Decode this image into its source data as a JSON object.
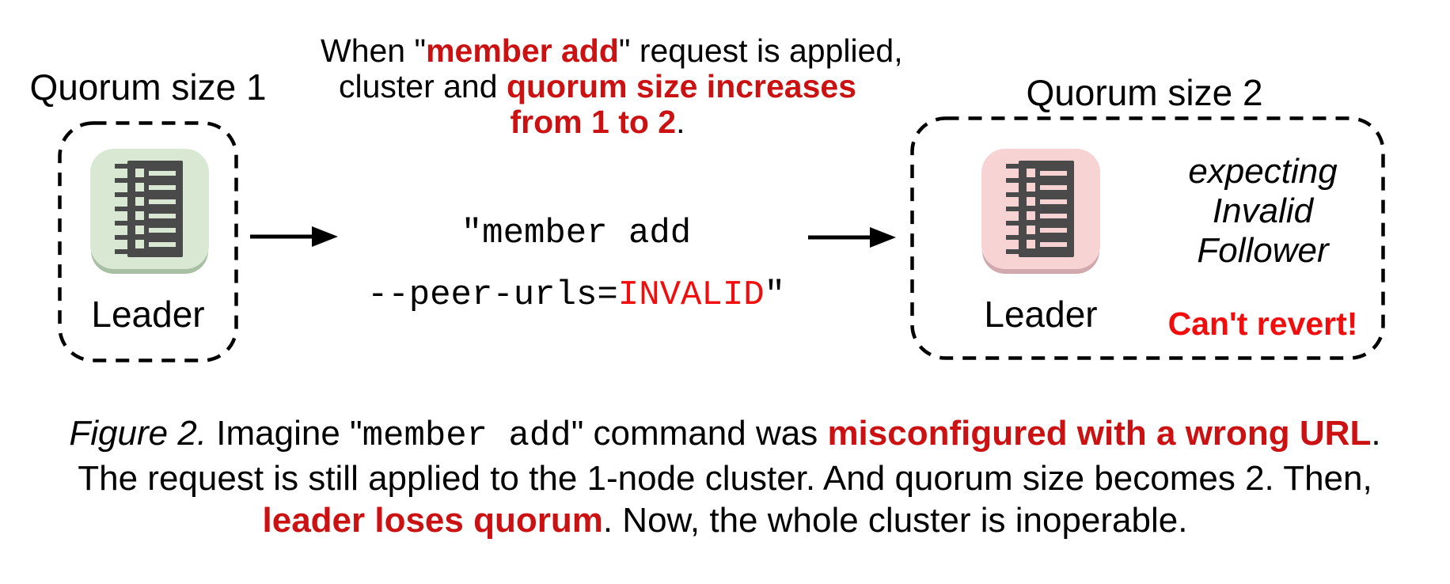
{
  "colors": {
    "background": "#ffffff",
    "text": "#000000",
    "red_emphasis": "#cb1112",
    "red_bright": "#f20d0d",
    "icon_green_bg": "#d9e8d3",
    "icon_green_rim": "#a9bfa4",
    "icon_pink_bg": "#f7d3d3",
    "icon_pink_rim": "#cfa9ad",
    "server_dark": "#4a4a4a"
  },
  "left_cluster": {
    "title": "Quorum size 1",
    "node_label": "Leader"
  },
  "right_cluster": {
    "title": "Quorum size 2",
    "node_label": "Leader",
    "status_lines": [
      "expecting",
      "Invalid",
      "Follower"
    ],
    "warning": "Can't revert!"
  },
  "annotation": {
    "lines": [
      [
        {
          "t": "When \"",
          "s": "k"
        },
        {
          "t": "member add",
          "s": "r"
        },
        {
          "t": "\" request is applied,",
          "s": "k"
        }
      ],
      [
        {
          "t": "cluster and ",
          "s": "k"
        },
        {
          "t": "quorum size increases",
          "s": "r"
        }
      ],
      [
        {
          "t": "from 1 to 2",
          "s": "r"
        },
        {
          "t": ".",
          "s": "k"
        }
      ]
    ]
  },
  "command": {
    "lines": [
      [
        {
          "t": "\"member add",
          "s": "m"
        }
      ],
      [
        {
          "t": "--peer-urls=",
          "s": "m"
        },
        {
          "t": "INVALID",
          "s": "mr"
        },
        {
          "t": "\"",
          "s": "m"
        }
      ]
    ]
  },
  "caption": {
    "lines": [
      [
        {
          "t": "Figure 2.",
          "s": "i"
        },
        {
          "t": " Imagine \"",
          "s": "k"
        },
        {
          "t": "member add",
          "s": "m"
        },
        {
          "t": "\" command was ",
          "s": "k"
        },
        {
          "t": "misconfigured with a wrong URL",
          "s": "r"
        },
        {
          "t": ".",
          "s": "k"
        }
      ],
      [
        {
          "t": "The request is still applied to the 1-node cluster. And quorum size becomes 2. Then,",
          "s": "k"
        }
      ],
      [
        {
          "t": "leader loses quorum",
          "s": "r"
        },
        {
          "t": ". Now, the whole cluster is inoperable.",
          "s": "k"
        }
      ]
    ]
  }
}
